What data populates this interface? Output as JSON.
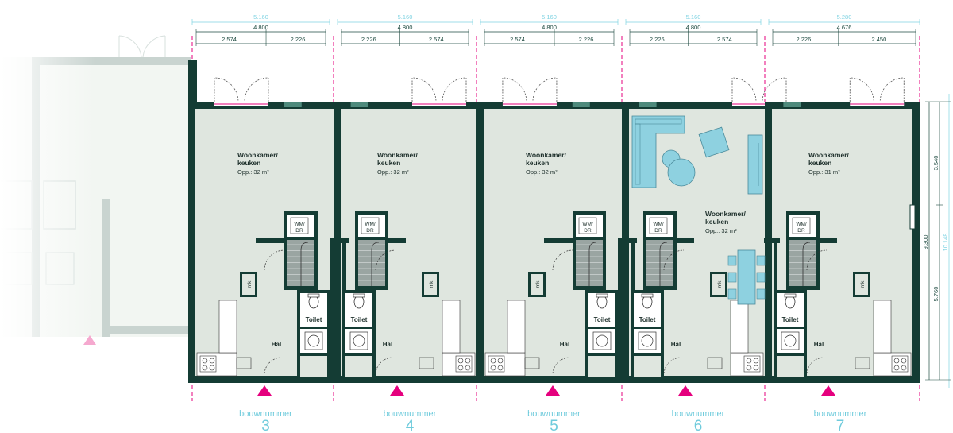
{
  "dimensions": {
    "units": [
      {
        "total": "5.160",
        "inner": "4.800",
        "left": "2.574",
        "right": "2.226"
      },
      {
        "total": "5.160",
        "inner": "4.800",
        "left": "2.226",
        "right": "2.574"
      },
      {
        "total": "5.160",
        "inner": "4.800",
        "left": "2.574",
        "right": "2.226"
      },
      {
        "total": "5.160",
        "inner": "4.800",
        "left": "2.226",
        "right": "2.574"
      },
      {
        "total": "5.280",
        "inner": "4.676",
        "left": "2.226",
        "right": "2.450"
      }
    ],
    "vertical": {
      "upper": "3.540",
      "lower": "5.760",
      "inner_total": "9.300",
      "outer_total": "10.148"
    }
  },
  "units": [
    {
      "label": "bouwnummer",
      "number": "3",
      "room_name_1": "Woonkamer/",
      "room_name_2": "keuken",
      "area": "Opp.: 32 m²",
      "wmdr_1": "WM/",
      "wmdr_2": "DR",
      "mk": "mk",
      "toilet": "Toilet",
      "hal": "Hal"
    },
    {
      "label": "bouwnummer",
      "number": "4",
      "room_name_1": "Woonkamer/",
      "room_name_2": "keuken",
      "area": "Opp.: 32 m²",
      "wmdr_1": "WM/",
      "wmdr_2": "DR",
      "mk": "mk",
      "toilet": "Toilet",
      "hal": "Hal"
    },
    {
      "label": "bouwnummer",
      "number": "5",
      "room_name_1": "Woonkamer/",
      "room_name_2": "keuken",
      "area": "Opp.: 32 m²",
      "wmdr_1": "WM/",
      "wmdr_2": "DR",
      "mk": "mk",
      "toilet": "Toilet",
      "hal": "Hal"
    },
    {
      "label": "bouwnummer",
      "number": "6",
      "room_name_1": "Woonkamer/",
      "room_name_2": "keuken",
      "area": "Opp.: 32 m²",
      "wmdr_1": "WM/",
      "wmdr_2": "DR",
      "mk": "mk",
      "toilet": "Toilet",
      "hal": "Hal"
    },
    {
      "label": "bouwnummer",
      "number": "7",
      "room_name_1": "Woonkamer/",
      "room_name_2": "keuken",
      "area": "Opp.: 31 m²",
      "wmdr_1": "WM/",
      "wmdr_2": "DR",
      "mk": "mk",
      "toilet": "Toilet",
      "hal": "Hal"
    }
  ],
  "colors": {
    "wall": "#143c34",
    "floor": "#dfe6df",
    "accent_magenta": "#e5007e",
    "accent_cyan": "#6fcbdc",
    "furniture": "#8ed1e0",
    "faded_floor": "#eef2ee"
  }
}
